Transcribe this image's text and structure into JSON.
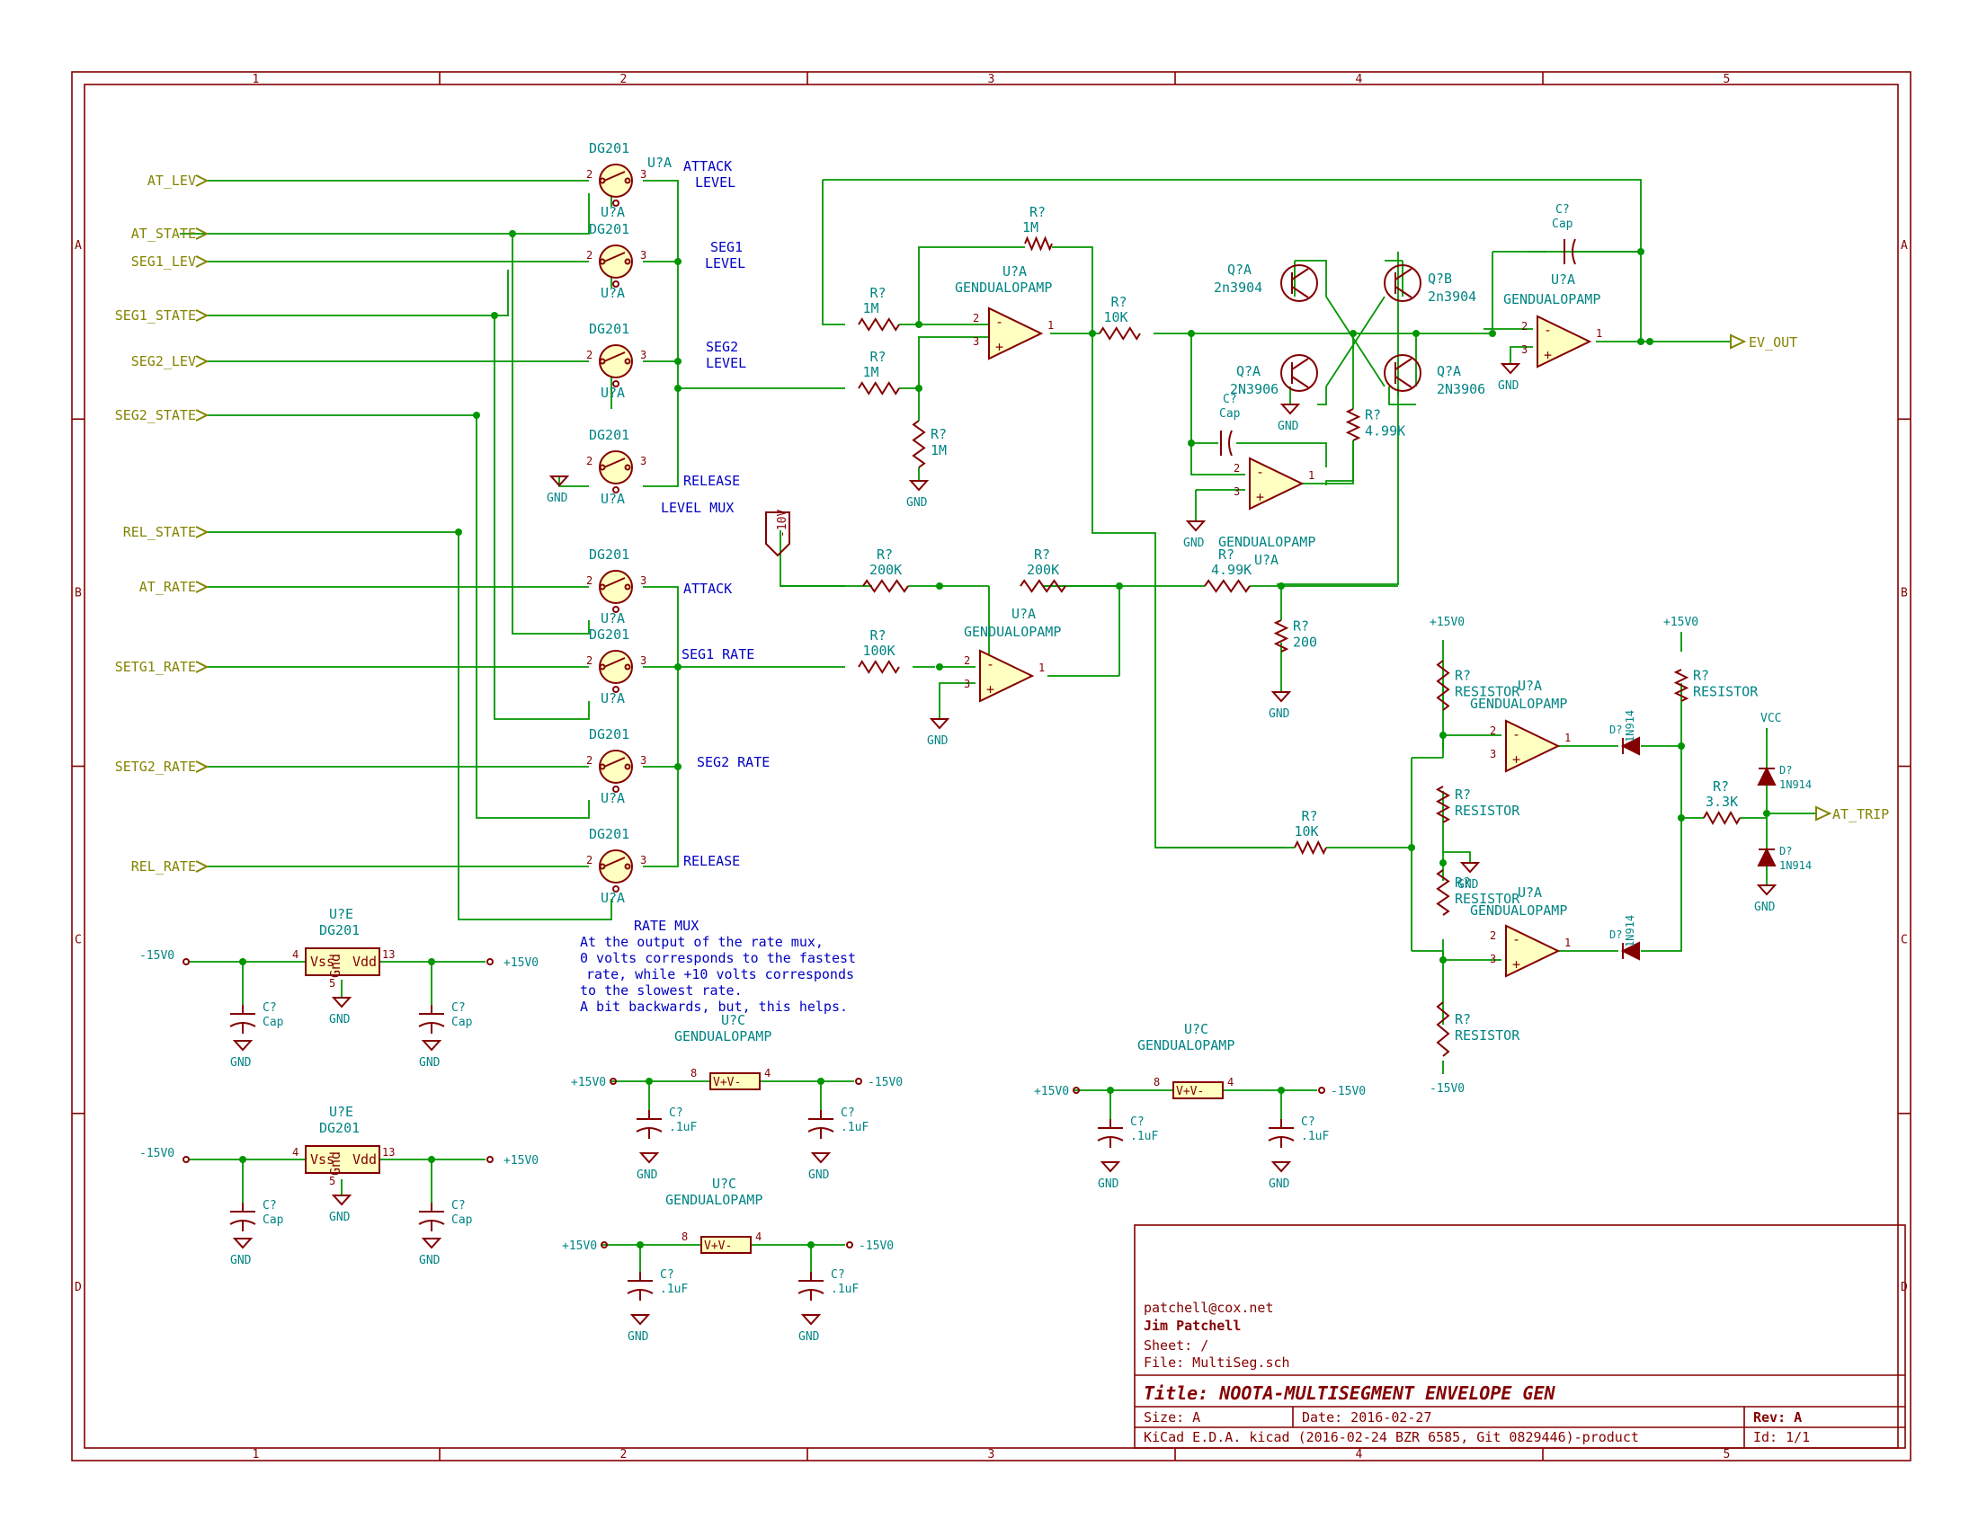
{
  "frame": {
    "cols": [
      "1",
      "2",
      "3",
      "4",
      "5"
    ],
    "rows": [
      "A",
      "B",
      "C",
      "D"
    ]
  },
  "inputs": [
    "AT_LEV",
    "AT_STATE",
    "SEG1_LEV",
    "SEG1_STATE",
    "SEG2_LEV",
    "SEG2_STATE",
    "REL_STATE",
    "AT_RATE",
    "SETG1_RATE",
    "SETG2_RATE",
    "REL_RATE"
  ],
  "outputs": [
    "EV_OUT",
    "AT_TRIP"
  ],
  "level_mux": {
    "switch_type": "DG201",
    "ref": "U?A",
    "labels": [
      "ATTACK\nLEVEL",
      "SEG1\nLEVEL",
      "SEG2\nLEVEL",
      "RELEASE"
    ],
    "title": "LEVEL MUX"
  },
  "rate_mux": {
    "labels": [
      "ATTACK",
      "SEG1 RATE",
      "SEG2 RATE",
      "RELEASE"
    ],
    "title": "RATE MUX",
    "note": [
      "At the output of the rate mux,",
      "0 volts corresponds to the fastest",
      "rate, while +10 volts corresponds",
      "to the slowest rate.",
      "A bit backwards, but, this helps."
    ]
  },
  "parts": {
    "opamp": "GENDUALOPAMP",
    "unit_a": "U?A",
    "unit_c": "U?C",
    "unit_e": "U?E",
    "res_ref": "R?",
    "cap_ref": "C?",
    "cap_val": "Cap",
    "cap_small": ".1uF",
    "diode_ref": "D?",
    "diode_val": "1N914",
    "resistor": "RESISTOR",
    "r_1m": "1M",
    "r_10k": "10K",
    "r_4_99k": "4.99K",
    "r_200k": "200K",
    "r_100k": "100K",
    "r_200": "200",
    "r_3_3k": "3.3K",
    "q_a": "Q?A",
    "q_b": "Q?B",
    "npn": "2n3904",
    "pnp": "2N3906",
    "gnd": "GND",
    "vcc": "VCC",
    "p15": "+15V0",
    "m15": "-15V0",
    "m10": "-10V",
    "dg201": "DG201",
    "vss": "Vss",
    "vdd": "Vdd",
    "gndpin": "Gnd",
    "vpvm": "V+V-",
    "pin2": "2",
    "pin3": "3",
    "pin1": "1",
    "pin4": "4",
    "pin5": "5",
    "pin8": "8",
    "pin13": "13"
  },
  "title_block": {
    "email": "patchell@cox.net",
    "author": "Jim Patchell",
    "sheet": "Sheet: /",
    "file": "File: MultiSeg.sch",
    "title": "Title: NOOTA-MULTISEGMENT ENVELOPE GEN",
    "size": "Size: A",
    "date": "Date: 2016-02-27",
    "rev": "Rev: A",
    "tool": "KiCad E.D.A.  kicad (2016-02-24 BZR 6585, Git 0829446)-product",
    "id": "Id: 1/1"
  }
}
